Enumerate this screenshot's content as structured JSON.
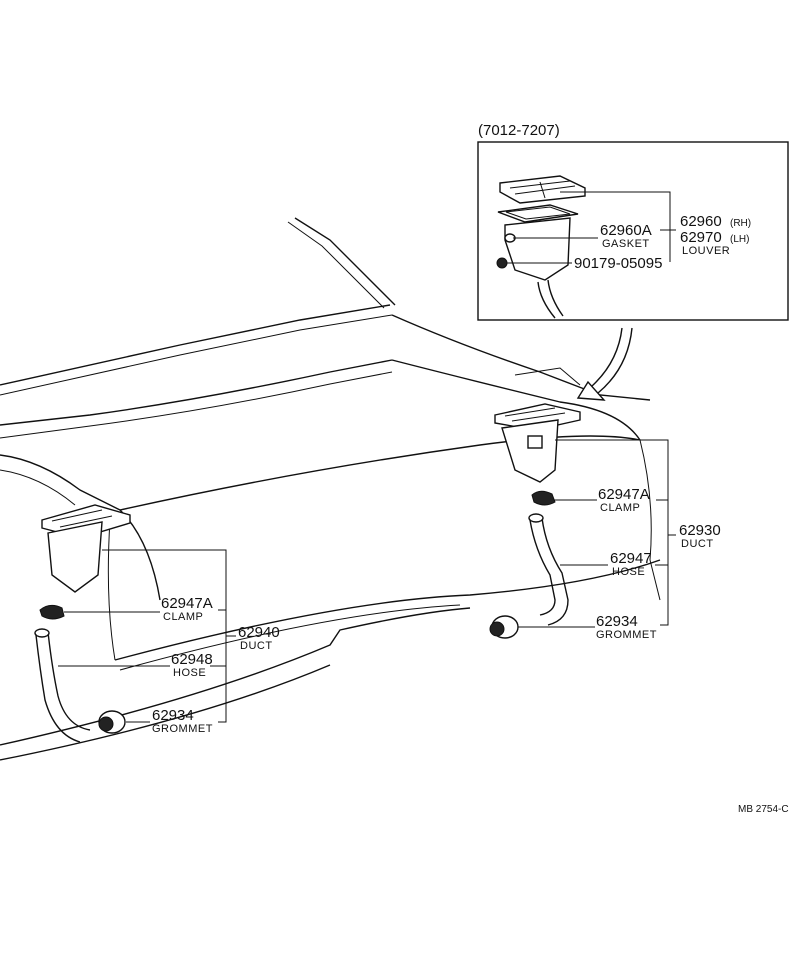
{
  "inset": {
    "range_label": "(7012-7207)",
    "gasket_number": "62960A",
    "gasket_name": "GASKET",
    "louver_rh_number": "62960",
    "louver_rh_side": "(RH)",
    "louver_lh_number": "62970",
    "louver_lh_side": "(LH)",
    "louver_name": "LOUVER",
    "screw_number": "90179-05095"
  },
  "right_side": {
    "clamp_number": "62947A",
    "clamp_name": "CLAMP",
    "duct_number": "62930",
    "duct_name": "DUCT",
    "hose_number": "62947",
    "hose_name": "HOSE",
    "grommet_number": "62934",
    "grommet_name": "GROMMET"
  },
  "left_side": {
    "clamp_number": "62947A",
    "clamp_name": "CLAMP",
    "duct_number": "62940",
    "duct_name": "DUCT",
    "hose_number": "62948",
    "hose_name": "HOSE",
    "grommet_number": "62934",
    "grommet_name": "GROMMET"
  },
  "diagram_code": "MB 2754-C"
}
